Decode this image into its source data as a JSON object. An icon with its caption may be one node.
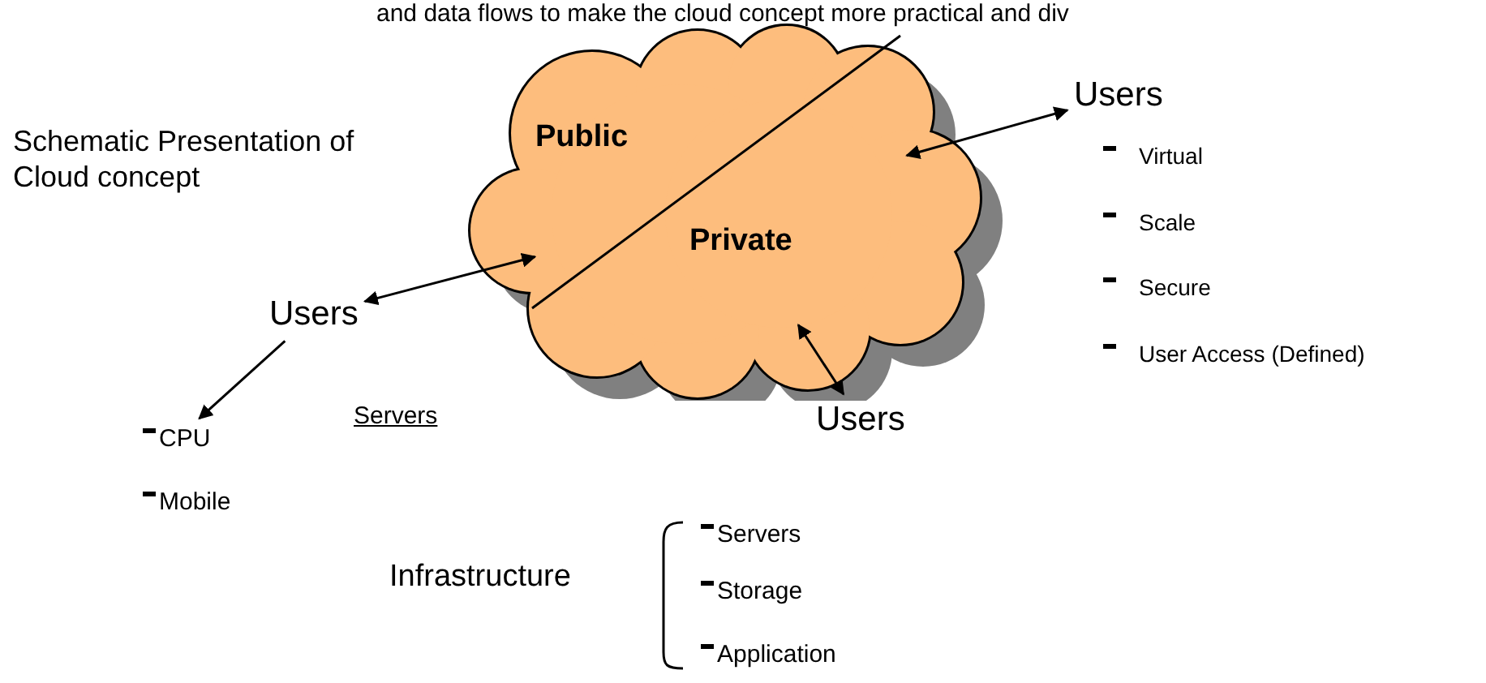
{
  "diagram": {
    "nodes": [
      {
        "text": [
          "Public",
          "Private"
        ]
      },
      {
        "text": [
          "Users"
        ]
      },
      {
        "text": [
          "Users"
        ]
      },
      {
        "text": [
          "Users"
        ]
      },
      {
        "text": [
          "CPU"
        ]
      }
    ],
    "edges": [
      {
        "from": 2,
        "to": 0,
        "arrow": "both"
      },
      {
        "from": 0,
        "to": 1,
        "arrow": "both"
      },
      {
        "from": 0,
        "to": 3,
        "arrow": "both"
      },
      {
        "from": 2,
        "to": 4,
        "arrow": "to"
      }
    ],
    "labels": [
      "and data flows to make the cloud concept more practical and div",
      "Schematic Presentation of Cloud concept",
      "Virtual",
      "Scale",
      "Secure",
      "User Access (Defined)",
      "Servers",
      "Mobile",
      "Infrastructure",
      "Servers",
      "Storage",
      "Application"
    ]
  }
}
